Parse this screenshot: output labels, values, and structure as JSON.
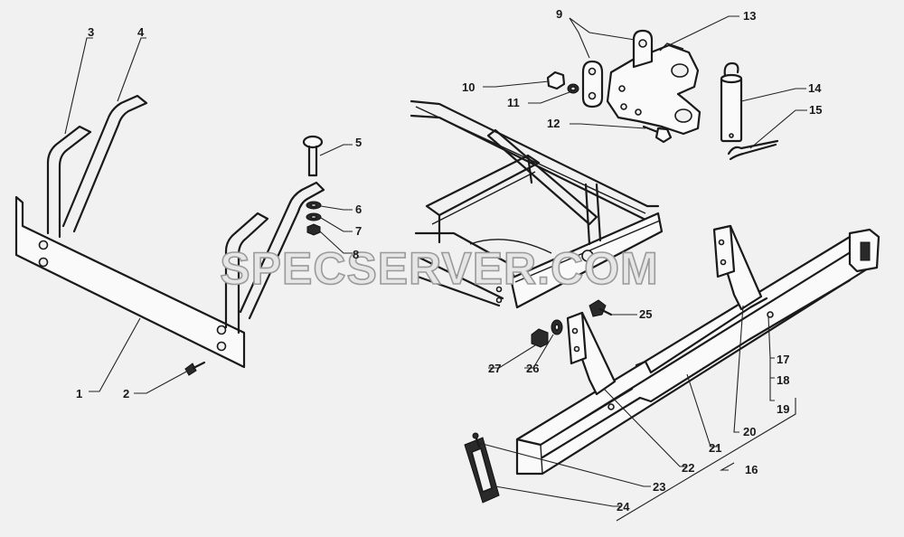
{
  "watermark": "SPECSERVER.COM",
  "callouts": [
    {
      "id": "1",
      "label": "1"
    },
    {
      "id": "2",
      "label": "2"
    },
    {
      "id": "3",
      "label": "3"
    },
    {
      "id": "4",
      "label": "4"
    },
    {
      "id": "5",
      "label": "5"
    },
    {
      "id": "6",
      "label": "6"
    },
    {
      "id": "7",
      "label": "7"
    },
    {
      "id": "8",
      "label": "8"
    },
    {
      "id": "9",
      "label": "9"
    },
    {
      "id": "10",
      "label": "10"
    },
    {
      "id": "11",
      "label": "11"
    },
    {
      "id": "12",
      "label": "12"
    },
    {
      "id": "13",
      "label": "13"
    },
    {
      "id": "14",
      "label": "14"
    },
    {
      "id": "15",
      "label": "15"
    },
    {
      "id": "16",
      "label": "16"
    },
    {
      "id": "17",
      "label": "17"
    },
    {
      "id": "18",
      "label": "18"
    },
    {
      "id": "19",
      "label": "19"
    },
    {
      "id": "20",
      "label": "20"
    },
    {
      "id": "21",
      "label": "21"
    },
    {
      "id": "22",
      "label": "22"
    },
    {
      "id": "23",
      "label": "23"
    },
    {
      "id": "24",
      "label": "24"
    },
    {
      "id": "25",
      "label": "25"
    },
    {
      "id": "26",
      "label": "26"
    },
    {
      "id": "27",
      "label": "27"
    }
  ]
}
